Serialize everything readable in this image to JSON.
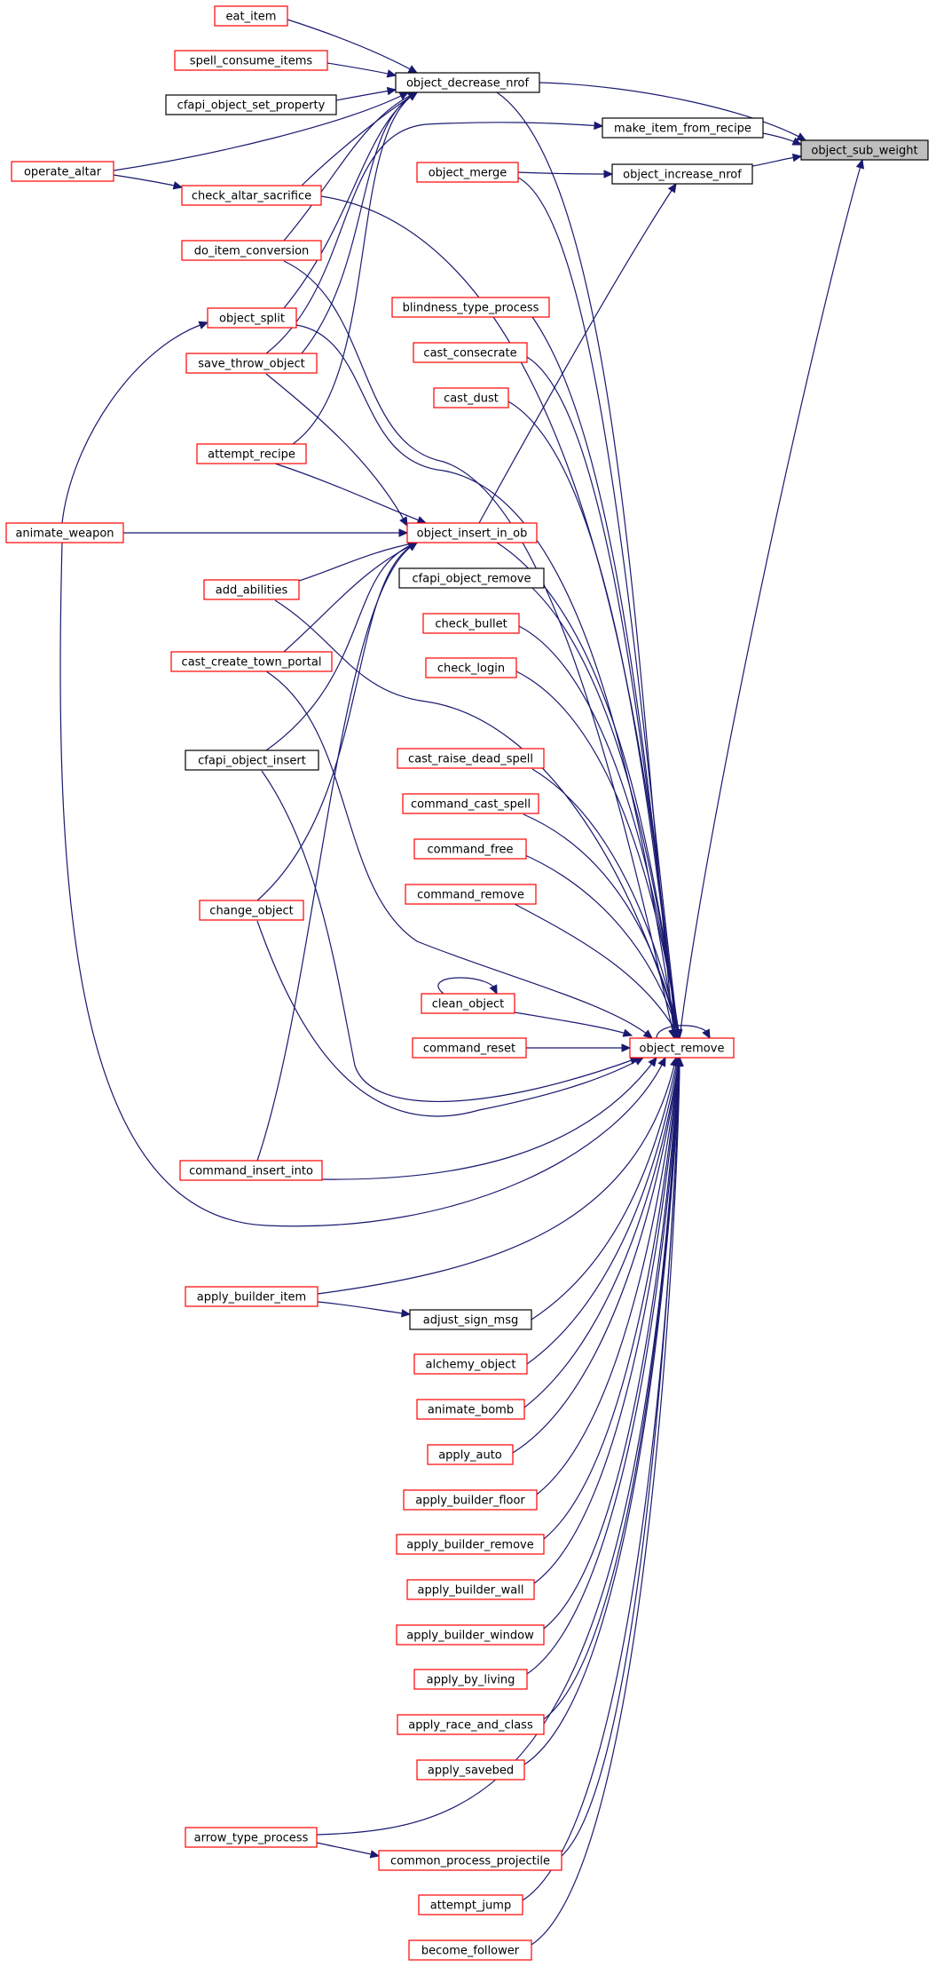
{
  "colors": {
    "edge": "#191970",
    "border_red": "#ff0000",
    "border_black": "#000000",
    "root_fill": "#bfbfbf",
    "node_fill": "#ffffff"
  },
  "nodes": {
    "object_sub_weight": "object_sub_weight",
    "object_decrease_nrof": "object_decrease_nrof",
    "make_item_from_recipe": "make_item_from_recipe",
    "object_increase_nrof": "object_increase_nrof",
    "object_remove": "object_remove",
    "object_merge": "object_merge",
    "object_insert_in_ob": "object_insert_in_ob",
    "eat_item": "eat_item",
    "spell_consume_items": "spell_consume_items",
    "cfapi_object_set_property": "cfapi_object_set_property",
    "operate_altar": "operate_altar",
    "check_altar_sacrifice": "check_altar_sacrifice",
    "do_item_conversion": "do_item_conversion",
    "object_split": "object_split",
    "save_throw_object": "save_throw_object",
    "attempt_recipe": "attempt_recipe",
    "animate_weapon": "animate_weapon",
    "add_abilities": "add_abilities",
    "cast_create_town_portal": "cast_create_town_portal",
    "cfapi_object_insert": "cfapi_object_insert",
    "change_object": "change_object",
    "command_insert_into": "command_insert_into",
    "blindness_type_process": "blindness_type_process",
    "cast_consecrate": "cast_consecrate",
    "cast_dust": "cast_dust",
    "cfapi_object_remove": "cfapi_object_remove",
    "check_bullet": "check_bullet",
    "check_login": "check_login",
    "cast_raise_dead_spell": "cast_raise_dead_spell",
    "command_cast_spell": "command_cast_spell",
    "command_free": "command_free",
    "command_remove": "command_remove",
    "clean_object": "clean_object",
    "command_reset": "command_reset",
    "apply_builder_item": "apply_builder_item",
    "adjust_sign_msg": "adjust_sign_msg",
    "alchemy_object": "alchemy_object",
    "animate_bomb": "animate_bomb",
    "apply_auto": "apply_auto",
    "apply_builder_floor": "apply_builder_floor",
    "apply_builder_remove": "apply_builder_remove",
    "apply_builder_wall": "apply_builder_wall",
    "apply_builder_window": "apply_builder_window",
    "apply_by_living": "apply_by_living",
    "apply_race_and_class": "apply_race_and_class",
    "apply_savebed": "apply_savebed",
    "arrow_type_process": "arrow_type_process",
    "common_process_projectile": "common_process_projectile",
    "attempt_jump": "attempt_jump",
    "become_follower": "become_follower"
  }
}
